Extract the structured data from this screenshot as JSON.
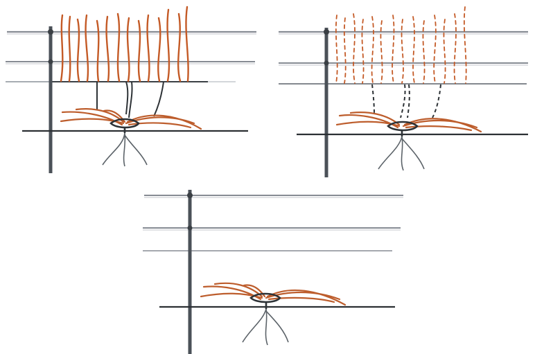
{
  "figure": {
    "panels": [
      {
        "id": "panel-1",
        "shoots": "solid"
      },
      {
        "id": "panel-2",
        "shoots": "dashed"
      },
      {
        "id": "panel-3",
        "shoots": "none"
      }
    ]
  },
  "colors": {
    "post": "#4b5158",
    "wire": "#868b93",
    "wire_light": "#b9bdc3",
    "ground": "#2b2f33",
    "shoot": "#c45a26",
    "cordon": "#bd5d2c",
    "trunk": "#2d3236",
    "roots": "#5b6268",
    "background": "#ffffff"
  }
}
